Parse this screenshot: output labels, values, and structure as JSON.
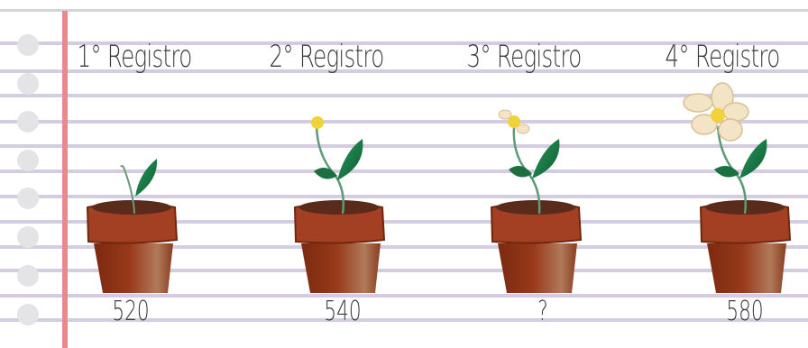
{
  "records": [
    {
      "header": "1° Registro",
      "value": "520",
      "stage": "sprout"
    },
    {
      "header": "2° Registro",
      "value": "540",
      "stage": "bud"
    },
    {
      "header": "3° Registro",
      "value": "?",
      "stage": "opening"
    },
    {
      "header": "4° Registro",
      "value": "580",
      "stage": "flower"
    }
  ],
  "colors": {
    "ruled_line": "#d4cde2",
    "margin_line": "#e88a8d",
    "hole": "#e4e4e6",
    "pot_rim": "#a33f22",
    "pot_body": "#8e3417",
    "leaf": "#1f7a45",
    "bud": "#f0d23a",
    "petal": "#f2e4c4"
  }
}
